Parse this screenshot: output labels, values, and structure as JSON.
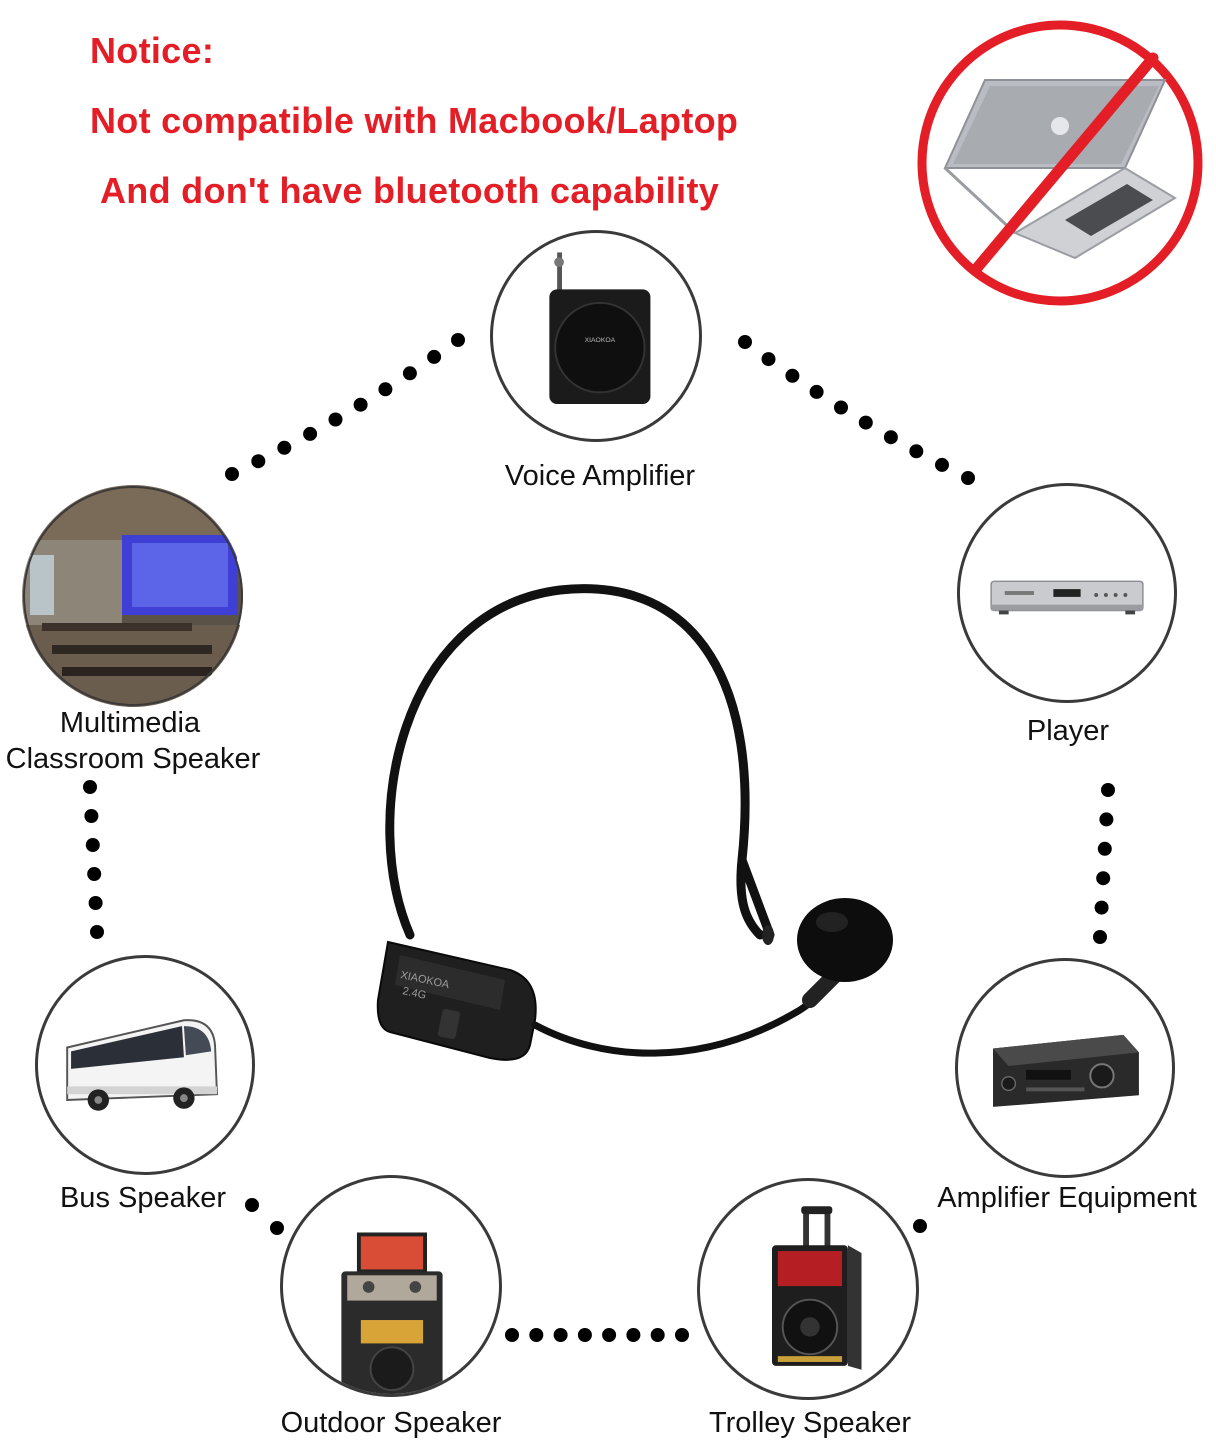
{
  "notice": {
    "heading": "Notice:",
    "line1": "Not compatible with Macbook/Laptop",
    "line2": "And don't have bluetooth capability",
    "color": "#e41e26"
  },
  "devices": {
    "voice_amplifier": "Voice Amplifier",
    "multimedia_line1": "Multimedia",
    "multimedia_line2": "Classroom Speaker",
    "player": "Player",
    "bus_speaker": "Bus Speaker",
    "amplifier_equipment": "Amplifier Equipment",
    "outdoor_speaker": "Outdoor Speaker",
    "trolley_speaker": "Trolley Speaker"
  },
  "product": {
    "brand": "XIAOKOA",
    "band": "2.4G"
  }
}
